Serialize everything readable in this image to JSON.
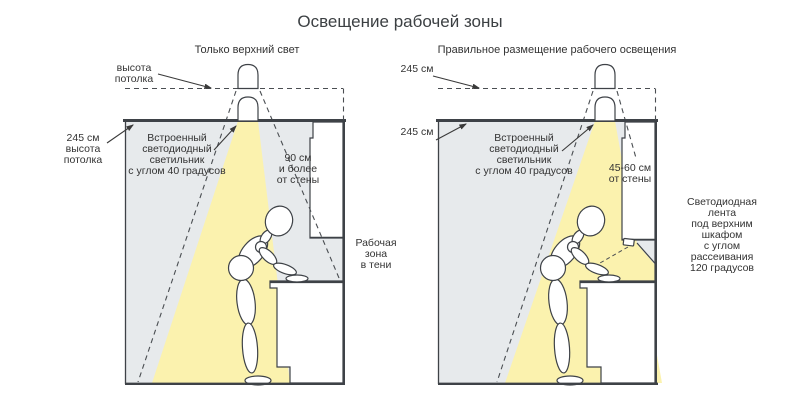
{
  "title": "Освещение рабочей зоны",
  "colors": {
    "light_yellow": "#FBF2AE",
    "room_gray": "#E7EAEC",
    "line_dark": "#3E4247",
    "text_color": "#333333"
  },
  "left_panel": {
    "caption": "Только верхний свет",
    "labels": {
      "ceiling_height": "высота\nпотолка",
      "ceiling_height_value": "245 см\nвысота\nпотолка",
      "fixture": "Встроенный\nсветодиодный\nсветильник\nс углом 40 градусов",
      "distance_from_wall": "90 см\nи более\nот стены",
      "work_zone": "Рабочая\nзона\nв тени"
    }
  },
  "right_panel": {
    "caption": "Правильное размещение рабочего освещения",
    "labels": {
      "ceiling_height": "245 см",
      "ceiling_height_value": "245 см",
      "fixture": "Встроенный\nсветодиодный\nсветильник\nс углом 40 градусов",
      "distance_from_wall": "45-60 см\nот стены",
      "led_strip": "Светодиодная\nлента\nпод верхним\nшкафом\nс углом\nрассеивания\n120 градусов"
    }
  }
}
